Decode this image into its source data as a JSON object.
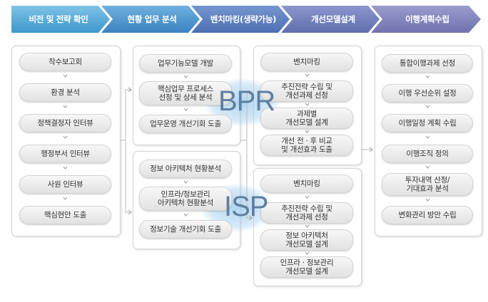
{
  "phases": [
    "비전 및 전략 확인",
    "현황 업무 분석",
    "벤치마킹(생략가능)",
    "개선모델설계",
    "이행계획수립"
  ],
  "watermarks": {
    "bpr": "BPR",
    "isp": "ISP"
  },
  "columns": {
    "vision": [
      "착수보고회",
      "환경 분석",
      "정책결정자 인터뷰",
      "행정부서 인터뷰",
      "사원 인터뷰",
      "핵심현안 도출"
    ],
    "analysis_bpr": [
      "업무기능모델 개발",
      "핵심업무 프로세스\n선정 및 상세 분석",
      "업무운영 개선기회 도출"
    ],
    "analysis_isp": [
      "정보 아키텍처 현황분석",
      "인프라/정보관리\n아키텍처 현황분석",
      "정보기술 개선기회 도출"
    ],
    "design_bpr": [
      "벤치마킹",
      "추진전략 수립 및\n개선과제 선정",
      "과제별\n개선모델 설계",
      "개선 전 · 후 비교\n및 개선효과 도출"
    ],
    "design_isp": [
      "벤치마킹",
      "추진전략 수립 및\n개선과제 선정",
      "정보 아키텍처\n개선모델 설계",
      "인프라 · 정보관리\n개선모델 설계"
    ],
    "plan": [
      "통합이행과제 선정",
      "이행 우선순위 설정",
      "이행일정 계획 수립",
      "이행조직 정의",
      "투자내역 산정/\n기대효과 분석",
      "변화관리 방안 수립"
    ]
  },
  "colors": {
    "chevron_top": "#4f96cf",
    "chevron_bottom": "#2f6fae",
    "chevron_dark_top": "#8d92cb",
    "chevron_dark_bottom": "#6b6fae"
  }
}
